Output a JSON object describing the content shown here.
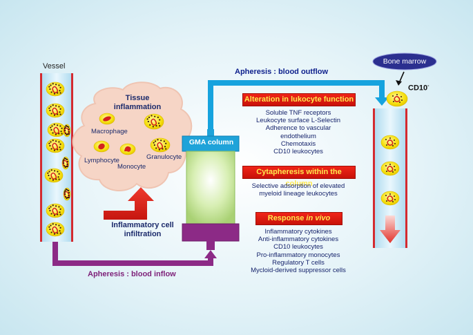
{
  "labels": {
    "vessel": "Vessel",
    "tissue_title": [
      "Tissue",
      "inflammation"
    ],
    "macrophage": "Macrophage",
    "lymphocyte": "Lymphocyte",
    "monocyte": "Monocyte",
    "granulocyte": "Granulocyte",
    "infiltration": [
      "Inflammatory cell",
      "infiltration"
    ],
    "gma_column": "GMA column",
    "outflow": "Apheresis : blood outflow",
    "inflow": "Apheresis : blood inflow",
    "bone_marrow": "Bone marrow",
    "cd10": "CD10",
    "cd10_sup": "-"
  },
  "boxes": [
    {
      "header": "Alteration in lukocyte function",
      "items": [
        "Soluble TNF receptors",
        "Leukocyte surface L-Selectin",
        "Adherence to vascular",
        "endothelium",
        "Chemotaxis",
        "CD10 leukocytes"
      ]
    },
    {
      "header": "Cytapheresis within the column",
      "items": [
        "Selective adsorption of elevated",
        "myeloid lineage leukocytes"
      ]
    },
    {
      "header_plain": "Response ",
      "header_italic": "in vivo",
      "items": [
        "Inflammatory cytokines",
        "Anti-inflammatory cytokines",
        "CD10 leukocytes",
        "Pro-inflammatory monocytes",
        "Regulatory T cells",
        "Mycloid-derived suppressor cells"
      ]
    }
  ],
  "colors": {
    "outflow_blue": "#16a3de",
    "inflow_purple": "#8c2a86",
    "vessel_red": "#d42a2f",
    "cell_yellow": "#f7e416",
    "nucleus_red": "#d4221c",
    "header_red": "#e51c12",
    "header_text": "#ffe94d",
    "column_green": "#cfe8a8",
    "column_cap": "#1fa3d9",
    "column_base": "#8c2a86",
    "bone_marrow_fill": "#2b2f8f",
    "tissue_fill": "#f6d5c6"
  }
}
